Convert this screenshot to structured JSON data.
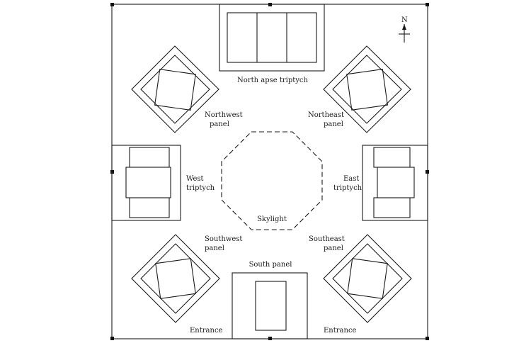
{
  "labels": {
    "north_apse": "North apse triptych",
    "northwest": [
      "Northwest",
      "panel"
    ],
    "northeast": [
      "Northeast",
      "panel"
    ],
    "west": [
      "West",
      "triptych"
    ],
    "east": [
      "East",
      "triptych"
    ],
    "southwest": [
      "Southwest",
      "panel"
    ],
    "southeast": [
      "Southeast",
      "panel"
    ],
    "south": "South panel",
    "skylight": "Skylight",
    "entrance_left": "Entrance",
    "entrance_right": "Entrance"
  },
  "compass": {
    "letter": "N"
  }
}
